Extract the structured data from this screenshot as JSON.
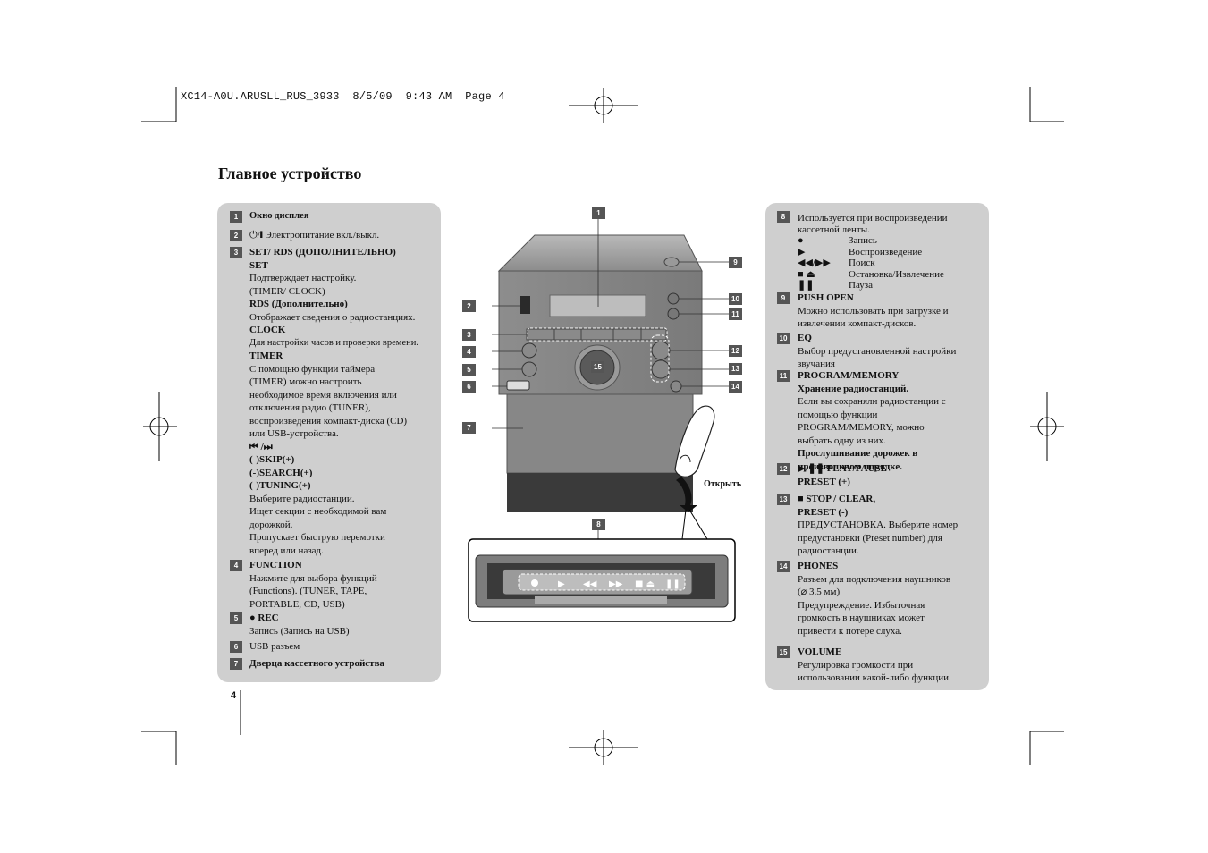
{
  "header": "XC14-A0U.ARUSLL_RUS_3933  8/5/09  9:43 AM  Page 4",
  "title": "Главное устройство",
  "page_number": "4",
  "left_items": [
    {
      "num": "1",
      "lines": [
        {
          "t": "Окно дисплея",
          "b": true,
          "sm": true
        }
      ]
    },
    {
      "num": "2",
      "lines": [
        {
          "t": "⏻/❙ Электропитание вкл./выкл.",
          "b": false
        }
      ]
    },
    {
      "num": "3",
      "lines": [
        {
          "t": "SET/ RDS (ДОПОЛНИТЕЛЬНО)",
          "b": true
        },
        {
          "t": "SET",
          "b": true
        },
        {
          "t": "Подтверждает настройку.",
          "b": false
        },
        {
          "t": "(TIMER/ CLOCK)",
          "b": false
        },
        {
          "t": "RDS (Дополнительно)",
          "b": true
        },
        {
          "t": "Отображает сведения о радиостанциях.",
          "b": false
        },
        {
          "t": "CLOCK",
          "b": true
        },
        {
          "t": "Для настройки часов и проверки времени.",
          "b": false,
          "sm": true
        },
        {
          "t": "TIMER",
          "b": true
        },
        {
          "t": "С помощью функции таймера",
          "b": false
        },
        {
          "t": "(TIMER) можно настроить",
          "b": false
        },
        {
          "t": "необходимое время включения или",
          "b": false
        },
        {
          "t": "отключения радио (TUNER),",
          "b": false
        },
        {
          "t": "воспроизведения компакт-диска (CD)",
          "b": false
        },
        {
          "t": "или USB-устройства.",
          "b": false
        },
        {
          "t": "⏮ /⏭",
          "b": true
        },
        {
          "t": "(-)SKIP(+)",
          "b": true
        },
        {
          "t": "(-)SEARCH(+)",
          "b": true
        },
        {
          "t": "(-)TUNING(+)",
          "b": true
        },
        {
          "t": "Выберите радиостанции.",
          "b": false
        },
        {
          "t": "Ищет секции с необходимой вам",
          "b": false
        },
        {
          "t": "дорожкой.",
          "b": false
        },
        {
          "t": "Пропускает быструю перемотки",
          "b": false
        },
        {
          "t": "вперед  или назад.",
          "b": false
        }
      ]
    },
    {
      "num": "4",
      "lines": [
        {
          "t": "FUNCTION",
          "b": true
        },
        {
          "t": "Нажмите для выбора функций",
          "b": false
        },
        {
          "t": "(Functions). (TUNER, TAPE,",
          "b": false
        },
        {
          "t": "PORTABLE, CD, USB)",
          "b": false
        }
      ]
    },
    {
      "num": "5",
      "lines": [
        {
          "t": "● REC",
          "b": true
        },
        {
          "t": "Запись (Запись на USB)",
          "b": false
        }
      ]
    },
    {
      "num": "6",
      "lines": [
        {
          "t": "USB разъем",
          "b": false
        }
      ]
    },
    {
      "num": "7",
      "lines": [
        {
          "t": "Дверца кассетного устройства",
          "b": true
        }
      ]
    }
  ],
  "item8": {
    "num": "8",
    "intro": [
      "Используется при воспроизведении",
      "кассетной ленты."
    ],
    "symbols": [
      {
        "sym": "●",
        "label": "Запись"
      },
      {
        "sym": "▶",
        "label": "Воспроизведение"
      },
      {
        "sym": "◀◀/▶▶",
        "label": "Поиск"
      },
      {
        "sym": "■ ⏏",
        "label": "Остановка/Извлечение"
      },
      {
        "sym": "❚❚",
        "label": "Пауза"
      }
    ]
  },
  "right_items": [
    {
      "num": "9",
      "lines": [
        {
          "t": "PUSH OPEN",
          "b": true
        },
        {
          "t": "Можно использовать при загрузке и",
          "b": false
        },
        {
          "t": "извлечении компакт-дисков.",
          "b": false
        }
      ]
    },
    {
      "num": "10",
      "lines": [
        {
          "t": "EQ",
          "b": true
        },
        {
          "t": "Выбор предустановленной настройки",
          "b": false
        },
        {
          "t": "звучания",
          "b": false
        }
      ]
    },
    {
      "num": "11",
      "lines": [
        {
          "t": "PROGRAM/MEMORY",
          "b": true
        },
        {
          "t": "Хранение радиостанций.",
          "b": true
        },
        {
          "t": "Если вы сохраняли радиостанции с",
          "b": false
        },
        {
          "t": "помощью функции",
          "b": false
        },
        {
          "t": "PROGRAM/MEMORY, можно",
          "b": false
        },
        {
          "t": "выбрать одну из них.",
          "b": false
        },
        {
          "t": "Прослушивание дорожек в",
          "b": true
        },
        {
          "t": "произвольном порядке.",
          "b": true
        }
      ]
    },
    {
      "num": "12",
      "lines": [
        {
          "t": "▶/❚❚ PLAY/PAUSE",
          "b": true
        },
        {
          "t": "PRESET (+)",
          "b": true
        }
      ]
    },
    {
      "num": "13",
      "lines": [
        {
          "t": "■ STOP / CLEAR,",
          "b": true
        },
        {
          "t": "PRESET (-)",
          "b": true
        },
        {
          "t": "ПРЕДУСТАНОВКА. Выберите номер",
          "b": false
        },
        {
          "t": "предустановки (Preset number) для",
          "b": false
        },
        {
          "t": "радиостанции.",
          "b": false
        }
      ]
    },
    {
      "num": "14",
      "lines": [
        {
          "t": "PHONES",
          "b": true
        },
        {
          "t": "Разъем для подключения наушников",
          "b": false
        },
        {
          "t": "(⌀ 3.5 мм)",
          "b": false
        },
        {
          "t": "Предупреждение. Избыточная",
          "b": false
        },
        {
          "t": "громкость в наушниках может",
          "b": false
        },
        {
          "t": "привести к потере слуха.",
          "b": false
        }
      ]
    },
    {
      "num": "15",
      "lines": [
        {
          "t": "VOLUME",
          "b": true
        },
        {
          "t": "Регулировка громкости при",
          "b": false
        },
        {
          "t": "использовании какой-либо функции.",
          "b": false
        }
      ]
    }
  ],
  "figure": {
    "callouts": [
      "1",
      "2",
      "3",
      "4",
      "5",
      "6",
      "7",
      "8",
      "9",
      "10",
      "11",
      "12",
      "13",
      "14",
      "15"
    ],
    "open_label": "Открыть"
  }
}
